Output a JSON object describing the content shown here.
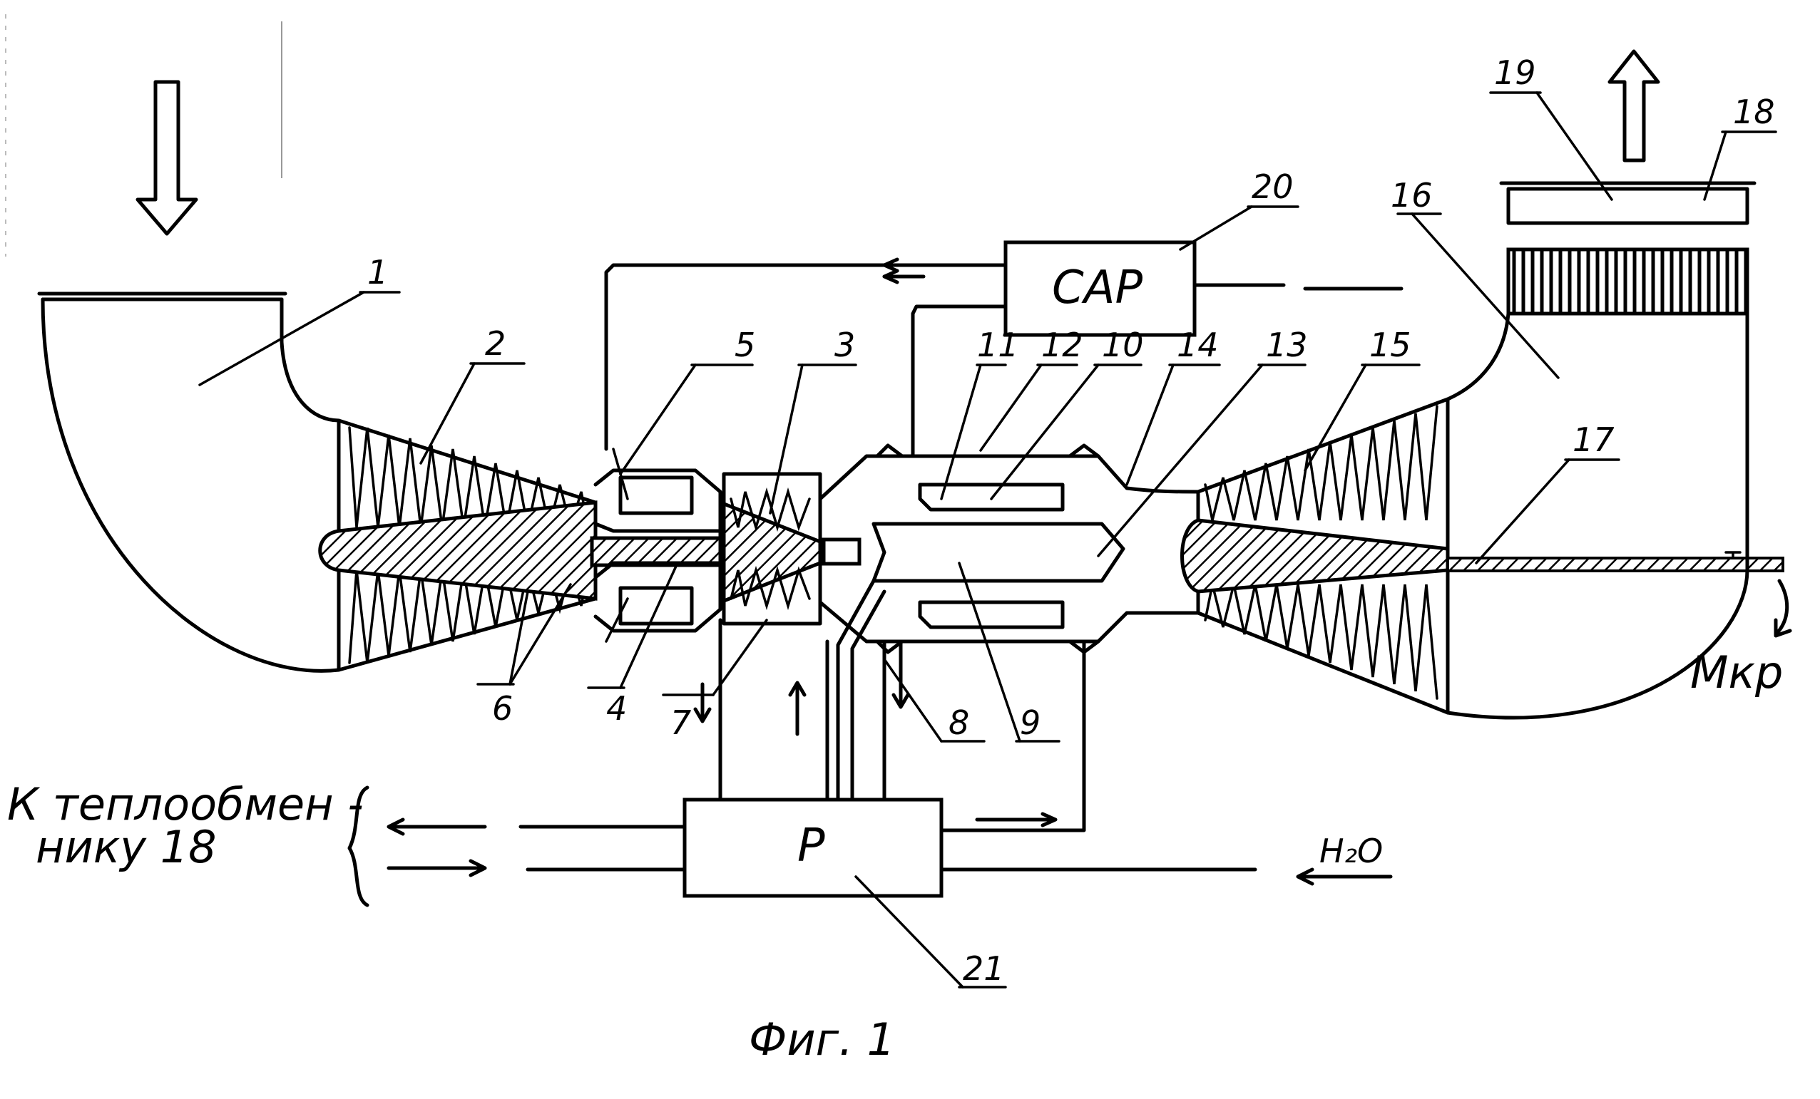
{
  "labels": {
    "l1": "1",
    "l2": "2",
    "l3": "3",
    "l4": "4",
    "l5": "5",
    "l6": "6",
    "l7": "7",
    "l8": "8",
    "l9": "9",
    "l10": "10",
    "l11": "11",
    "l12": "12",
    "l13": "13",
    "l14": "14",
    "l15": "15",
    "l16": "16",
    "l17": "17",
    "l18": "18",
    "l19": "19",
    "l20": "20",
    "l21": "21"
  },
  "boxes": {
    "sar": "САР",
    "r": "Р"
  },
  "texts": {
    "heat_exchanger_line1": "К теплообмен -",
    "heat_exchanger_line2": "нику 18",
    "water": "H₂O",
    "torque": "Мкр",
    "caption": "Фиг. 1"
  }
}
